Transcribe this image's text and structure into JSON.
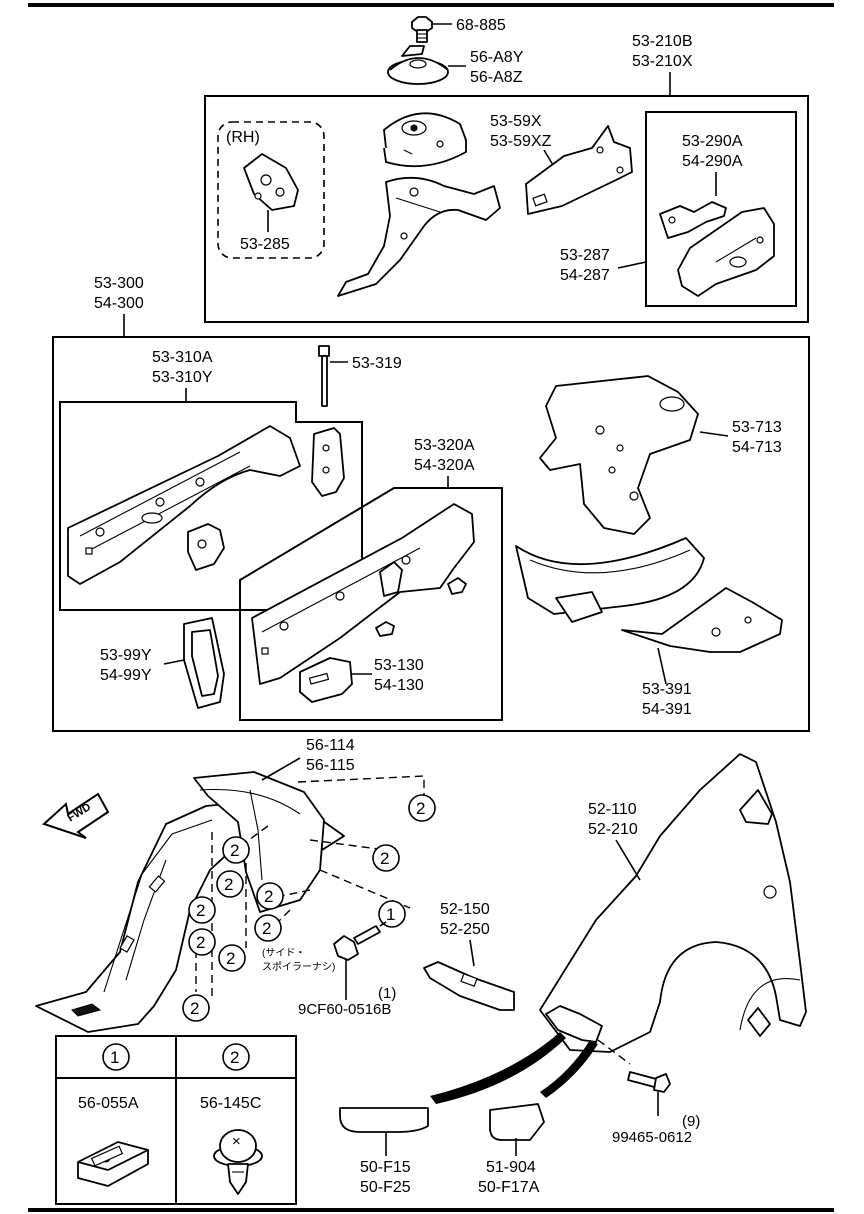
{
  "labels": {
    "bolt_top": "68-885",
    "mount_a": "56-A8Y",
    "mount_b": "56-A8Z",
    "upper_group_a": "53-210B",
    "upper_group_b": "53-210X",
    "rh_tag": "(RH)",
    "rh_part": "53-285",
    "brace_a": "53-59X",
    "brace_b": "53-59XZ",
    "rail_a": "53-290A",
    "rail_b": "54-290A",
    "frame_a": "53-287",
    "frame_b": "54-287",
    "mid_group_a": "53-300",
    "mid_group_b": "54-300",
    "inner_a": "53-310A",
    "inner_b": "53-310Y",
    "bolt_319": "53-319",
    "member_a": "53-713",
    "member_b": "54-713",
    "outer_a": "53-320A",
    "outer_b": "54-320A",
    "gasket_a": "53-99Y",
    "gasket_b": "54-99Y",
    "plate_a": "53-130",
    "plate_b": "54-130",
    "arch_a": "53-391",
    "arch_b": "54-391",
    "liner_a": "56-114",
    "liner_b": "56-115",
    "fwd": "FWD",
    "fender_a": "52-110",
    "fender_b": "52-210",
    "bracket_a": "52-150",
    "bracket_b": "52-250",
    "jp_note_1": "(サイド・",
    "jp_note_2": "スポイラーナシ)",
    "screw_qty": "(1)",
    "screw": "9CF60-0516B",
    "bolt_qty": "(9)",
    "bolt": "99465-0612",
    "trim_a": "50-F15",
    "trim_b": "50-F25",
    "mud_a": "51-904",
    "mud_b": "50-F17A"
  },
  "callouts": {
    "one": "1",
    "two": "2"
  },
  "legend": {
    "col1_ref": "1",
    "col2_ref": "2",
    "col1_part": "56-055A",
    "col2_part": "56-145C"
  }
}
